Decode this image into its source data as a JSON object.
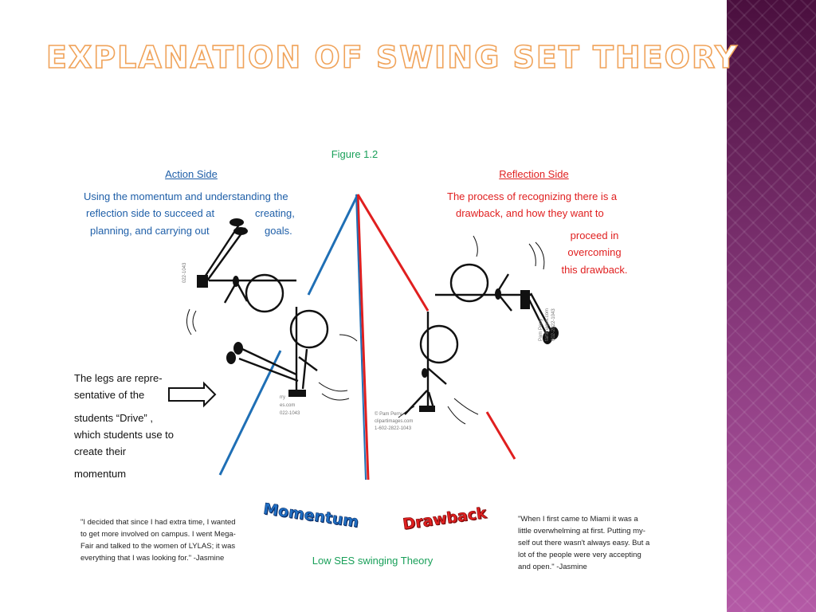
{
  "title": "Explanation of Swing Set Theory",
  "figure_label": "Figure 1.2",
  "action": {
    "heading": "Action Side",
    "lines": [
      "Using the momentum and understanding the",
      "reflection side to succeed at",
      "creating,",
      "planning, and carrying out",
      "goals."
    ]
  },
  "reflection": {
    "heading": "Reflection Side",
    "lines": [
      "The process of recognizing there is a",
      "drawback, and how they want to",
      "proceed in",
      "overcoming",
      "this drawback."
    ]
  },
  "legs_note": {
    "lines": [
      "The legs are repre-",
      "sentative of the",
      "students “Drive” ,",
      "which students use to",
      "create their",
      "momentum"
    ]
  },
  "words": {
    "momentum": "Momentum",
    "drawback": "Drawback"
  },
  "caption": "Low SES swinging Theory",
  "quote_left": [
    "\"I decided that since I had extra time, I wanted",
    "to get more involved on campus. I went Mega-",
    "Fair and talked to the women of LYLAS; it was",
    "everything that I was looking for.\" -Jasmine"
  ],
  "quote_right": [
    "\"When I first came to Miami it was a",
    "little overwhelming at first. Putting my-",
    "self out there wasn't always easy. But a",
    "lot of the people were very accepting",
    "and open.\" -Jasmine"
  ],
  "colors": {
    "action": "#1f5fa8",
    "reflection": "#e01f1f",
    "caption": "#1aa05a",
    "title_outline": "#f0a35a",
    "sidebar": "#7a2a6e"
  },
  "icons": [
    "arrow-right-icon",
    "stick-figure-icon"
  ]
}
